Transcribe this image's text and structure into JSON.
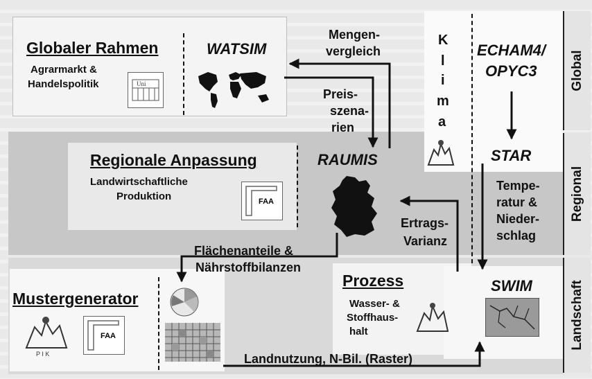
{
  "sections": {
    "global": "Global",
    "regional": "Regional",
    "landscape": "Landschaft"
  },
  "global_box": {
    "title": "Globaler Rahmen",
    "subtitle_line1": "Agrarmarkt &",
    "subtitle_line2": "Handelspolitik",
    "model": "WATSIM"
  },
  "regional_box": {
    "title": "Regionale Anpassung",
    "subtitle_line1": "Landwirtschaftliche",
    "subtitle_line2": "Produktion",
    "model": "RAUMIS",
    "logo_text": "FAA"
  },
  "climate": {
    "letters": [
      "K",
      "l",
      "i",
      "m",
      "a"
    ],
    "model_line1": "ECHAM4/",
    "model_line2": "OPYC3",
    "regional_model": "STAR",
    "regional_output_lines": [
      "Tempe-",
      "ratur &",
      "Nieder-",
      "schlag"
    ]
  },
  "flows": {
    "mengen_line1": "Mengen-",
    "mengen_line2": "vergleich",
    "preis_lines": [
      "Preis-",
      "szena-",
      "rien"
    ],
    "ertrag_line1": "Ertrags-",
    "ertrag_line2": "Varianz",
    "flaechen_line1": "Flächenanteile &",
    "flaechen_line2": "Nährstoffbilanzen",
    "landnutzung": "Landnutzung, N-Bil. (Raster)"
  },
  "process_box": {
    "title": "Prozess",
    "subtitle_lines": [
      "Wasser- &",
      "Stoffhaus-",
      "halt"
    ],
    "model": "SWIM"
  },
  "muster_box": {
    "title": "Mustergenerator",
    "logo_text": "FAA",
    "pik_text": "P I K"
  },
  "colors": {
    "arrow": "#111111",
    "band_regional": "#c7c7c7",
    "band_landscape": "#d9d9d9"
  },
  "icons": [
    "world-map-icon",
    "germany-map-icon",
    "pik-logo-icon",
    "faa-logo-icon",
    "pie-chart-icon",
    "raster-grid-icon",
    "river-network-icon",
    "uni-bonn-logo-icon"
  ]
}
